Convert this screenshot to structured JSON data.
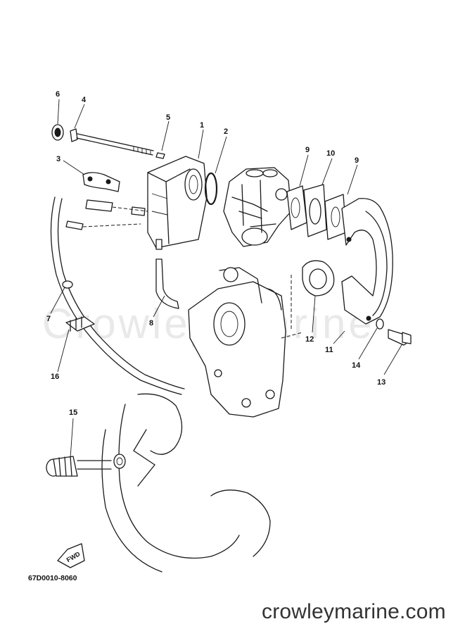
{
  "diagram": {
    "callouts": [
      {
        "id": "1",
        "label": "1"
      },
      {
        "id": "2",
        "label": "2"
      },
      {
        "id": "3",
        "label": "3"
      },
      {
        "id": "4",
        "label": "4"
      },
      {
        "id": "5",
        "label": "5"
      },
      {
        "id": "6",
        "label": "6"
      },
      {
        "id": "7",
        "label": "7"
      },
      {
        "id": "8",
        "label": "8"
      },
      {
        "id": "9a",
        "label": "9"
      },
      {
        "id": "9b",
        "label": "9"
      },
      {
        "id": "10",
        "label": "10"
      },
      {
        "id": "11",
        "label": "11"
      },
      {
        "id": "12",
        "label": "12"
      },
      {
        "id": "13",
        "label": "13"
      },
      {
        "id": "14",
        "label": "14"
      },
      {
        "id": "15",
        "label": "15"
      },
      {
        "id": "16",
        "label": "16"
      }
    ],
    "fwd_label": "FWD",
    "drawing_code": "67D0010-8060",
    "watermark": "crowleymarine.com",
    "background_watermark": "Crowley Marine"
  }
}
